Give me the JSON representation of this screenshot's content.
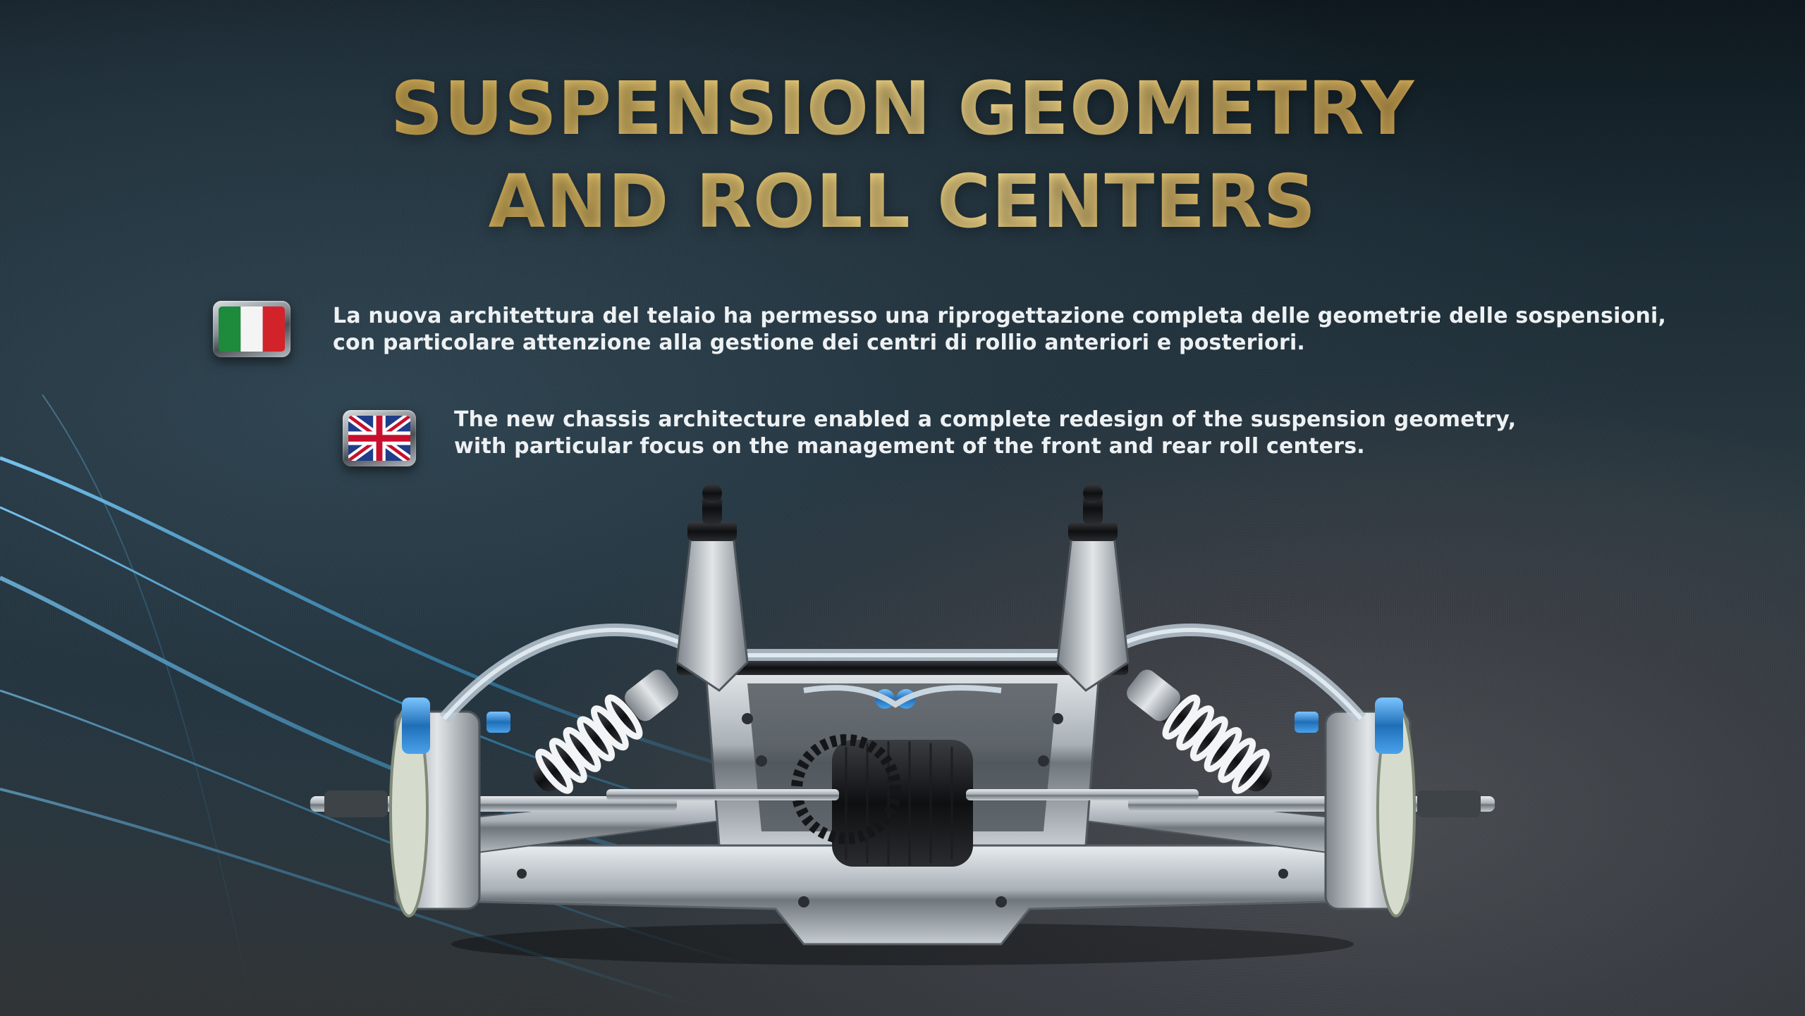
{
  "title": {
    "line1": "SUSPENSION GEOMETRY",
    "line2": "AND ROLL CENTERS"
  },
  "italian": {
    "flag_icon": "italy-flag-icon",
    "line1": "La nuova architettura del telaio ha permesso una riprogettazione completa delle geometrie delle sospensioni,",
    "line2": "con particolare attenzione alla gestione dei centri di rollio anteriori e posteriori."
  },
  "english": {
    "flag_icon": "uk-flag-icon",
    "line1": "The new chassis architecture enabled a complete redesign of the suspension geometry,",
    "line2": "with particular focus on the management of the front and rear roll centers."
  },
  "colors": {
    "title_gold": "#e7c56c",
    "text": "#eef1f3",
    "accent_blue": "#2f8fd8",
    "background_dark": "#1a2a33"
  }
}
